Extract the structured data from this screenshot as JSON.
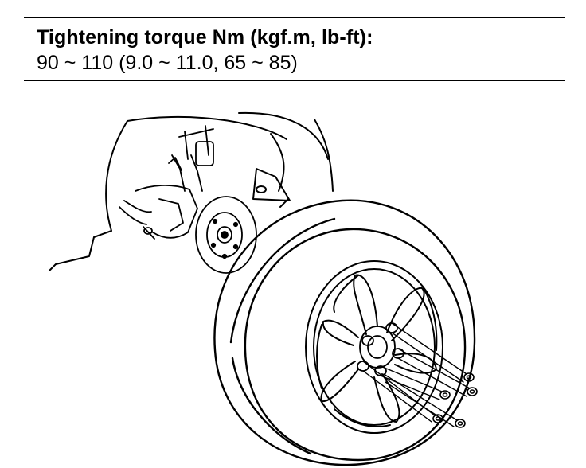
{
  "spec": {
    "title": "Tightening torque Nm (kgf.m, lb-ft):",
    "value": "90 ~ 110 (9.0 ~ 11.0, 65 ~ 85)"
  },
  "illustration": {
    "subject": "wheel-installation",
    "lug_nut_count": 5
  }
}
